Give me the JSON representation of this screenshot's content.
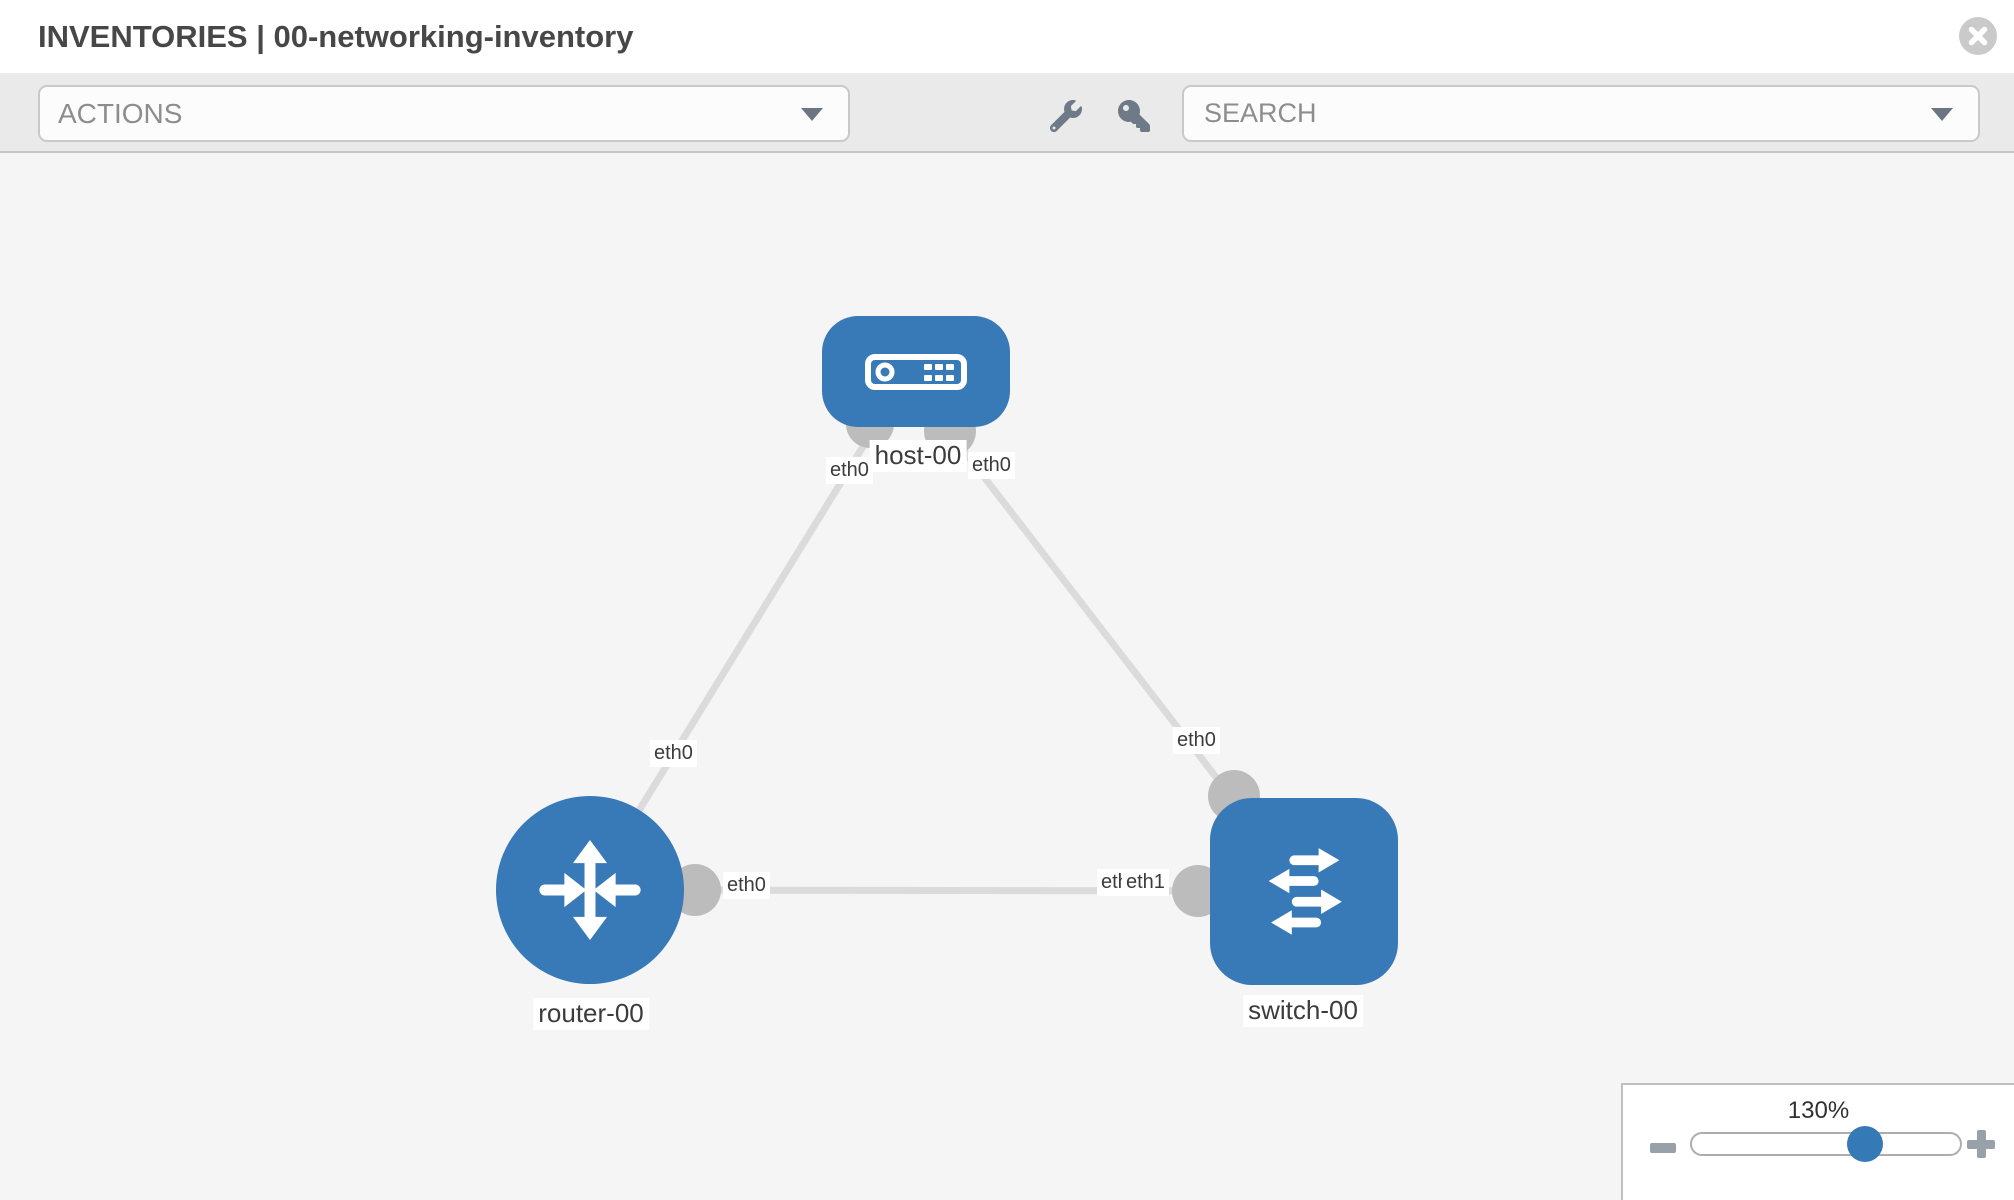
{
  "header": {
    "title": "INVENTORIES | 00-networking-inventory"
  },
  "toolbar": {
    "actions_label": "ACTIONS",
    "search_label": "SEARCH",
    "icons": [
      "wrench-icon",
      "key-icon"
    ]
  },
  "topology": {
    "nodes": [
      {
        "label": "host-00",
        "type": "host"
      },
      {
        "label": "router-00",
        "type": "router"
      },
      {
        "label": "switch-00",
        "type": "switch"
      }
    ],
    "links": [
      {
        "from": "host-00",
        "from_interface": "eth0",
        "to": "router-00",
        "to_interface": "eth0"
      },
      {
        "from": "host-00",
        "from_interface": "eth0",
        "to": "switch-00",
        "to_interface": "eth0"
      },
      {
        "from": "router-00",
        "from_interface": "eth0",
        "to": "switch-00",
        "to_interface": "eth1"
      }
    ],
    "overlapped_interface_label": "eth0"
  },
  "zoom_control": {
    "level": "130%"
  },
  "colors": {
    "node_blue": "#3879B7",
    "link_gray": "#DBDBDB",
    "port_gray": "#BCBCBC",
    "canvas_bg": "#F5F5F5",
    "toolbar_bg": "#EAEAEA",
    "slider_thumb_blue": "#3679B7"
  }
}
